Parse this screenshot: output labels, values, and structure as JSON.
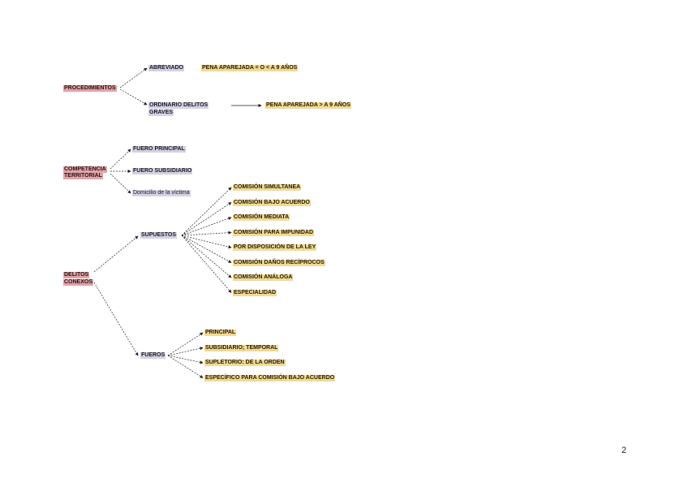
{
  "nodes": {
    "procedimientos": "PROCEDIMIENTOS",
    "abreviado": "ABREVIADO",
    "pena_abreviado": "PENA APAREJADA = O  < A 9 AÑOS",
    "ordinario_1": "ORDINARIO DELITOS",
    "ordinario_2": "GRAVES",
    "pena_ordinario": "PENA APAREJADA > A 9 AÑOS",
    "competencia_1": "COMPETENCIA",
    "competencia_2": "TERRITORIAL",
    "fuero_principal": "FUERO PRINCIPAL",
    "fuero_subsidiario": "FUERO SUBSIDIARIO",
    "domicilio": "Domicilio de la víctima",
    "delitos_1": "DELITOS",
    "delitos_2": "CONEXOS",
    "supuestos": "SUPUESTOS",
    "fueros": "FUEROS"
  },
  "supuestos_items": [
    "COMISIÓN SIMULTANEA",
    "COMISIÓN BAJO ACUERDO",
    "COMISIÓN MEDIATA",
    "COMISIÓN PARA IMPUNIDAD",
    "POR DISPOSICIÓN DE LA LEY",
    "COMISIÓN DAÑOS RECÍPROCOS",
    "COMISIÓN ANÁLOGA",
    "ESPECIALIDAD"
  ],
  "fueros_items": [
    "PRINCIPAL",
    "SUBSIDIARIO; TEMPORAL",
    "SUPLETORIO: DE LA ORDEN",
    "ESPECÍFICO PARA COMISIÓN BAJO ACUERDO"
  ],
  "page_number": "2",
  "colors": {
    "root": "#e8a0a6",
    "branch": "#d3d1e6",
    "leaf": "#f6d98a",
    "line": "#222222"
  }
}
